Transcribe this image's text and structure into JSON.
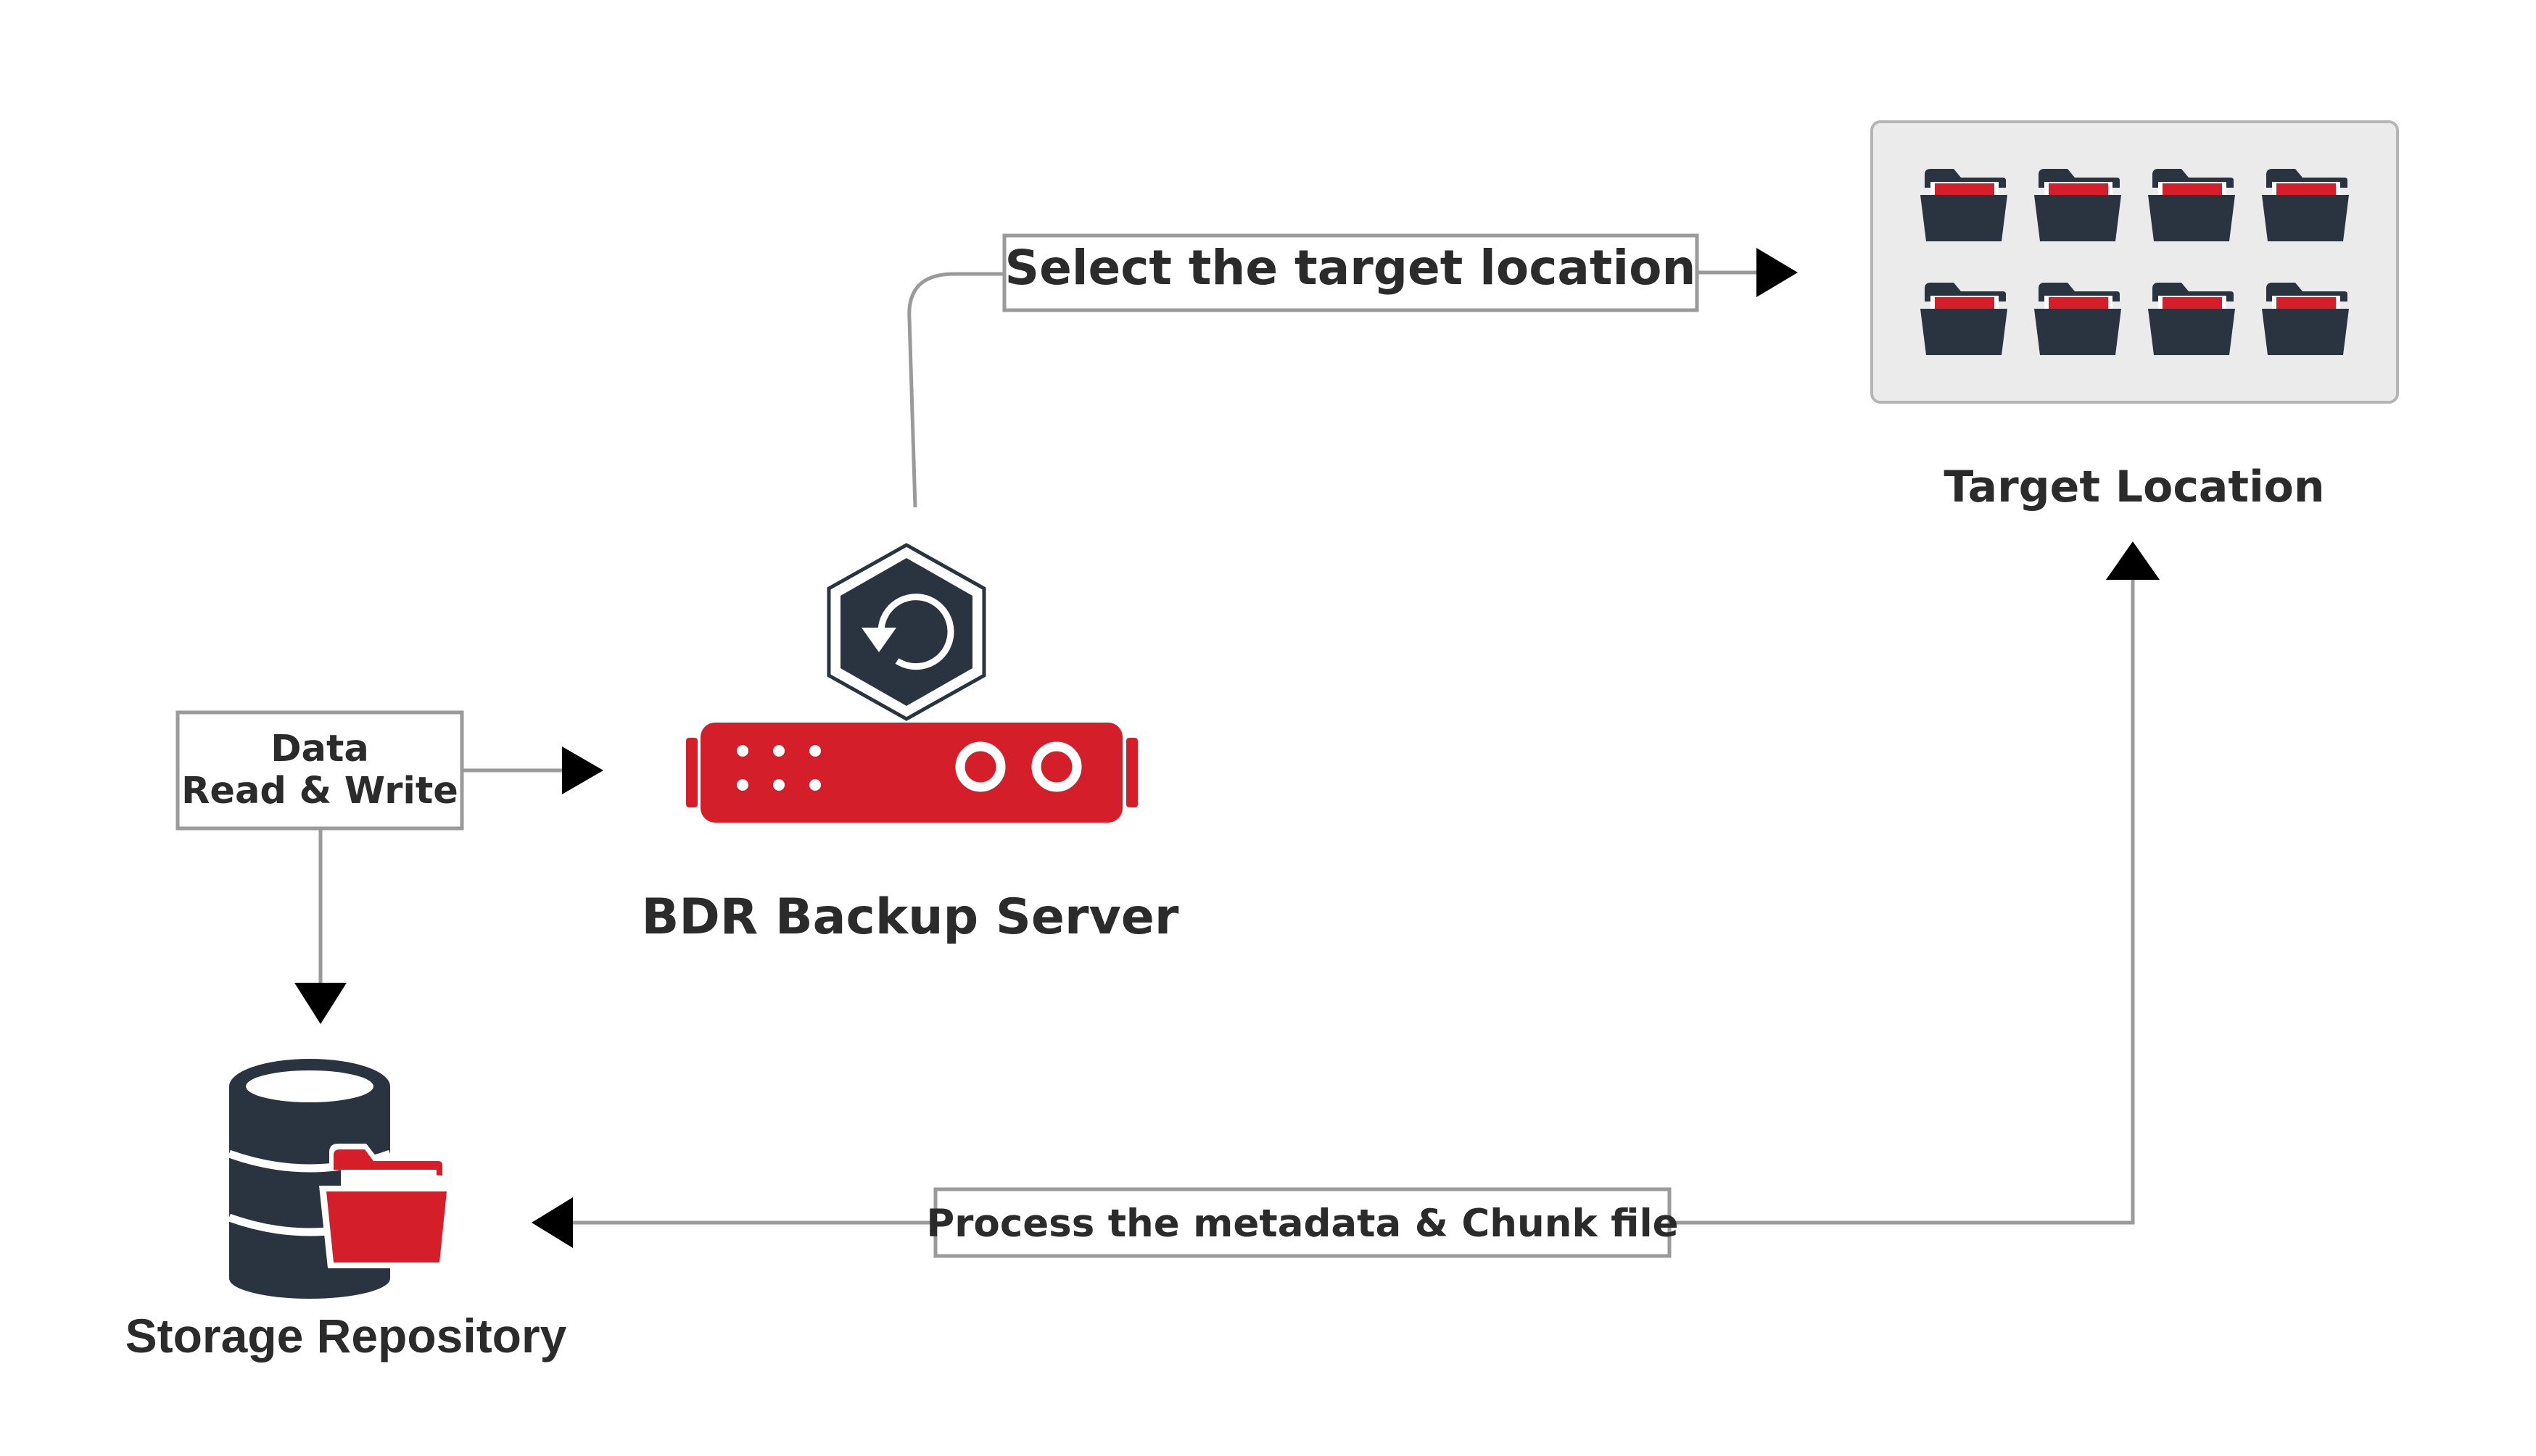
{
  "diagram": {
    "select_box": "Select the target location",
    "data_box_line1": "Data",
    "data_box_line2": "Read & Write",
    "process_box": "Process the metadata & Chunk file",
    "target_label": "Target Location",
    "server_label": "BDR Backup Server",
    "storage_label": "Storage Repository"
  },
  "colors": {
    "accent_red": "#d41f2b",
    "dark_navy": "#2a3440",
    "connector_gray": "#9a9a9a",
    "panel_fill": "#ebebeb"
  },
  "icons": [
    "folder-icon",
    "server-icon",
    "refresh-hexagon-icon",
    "database-icon"
  ]
}
